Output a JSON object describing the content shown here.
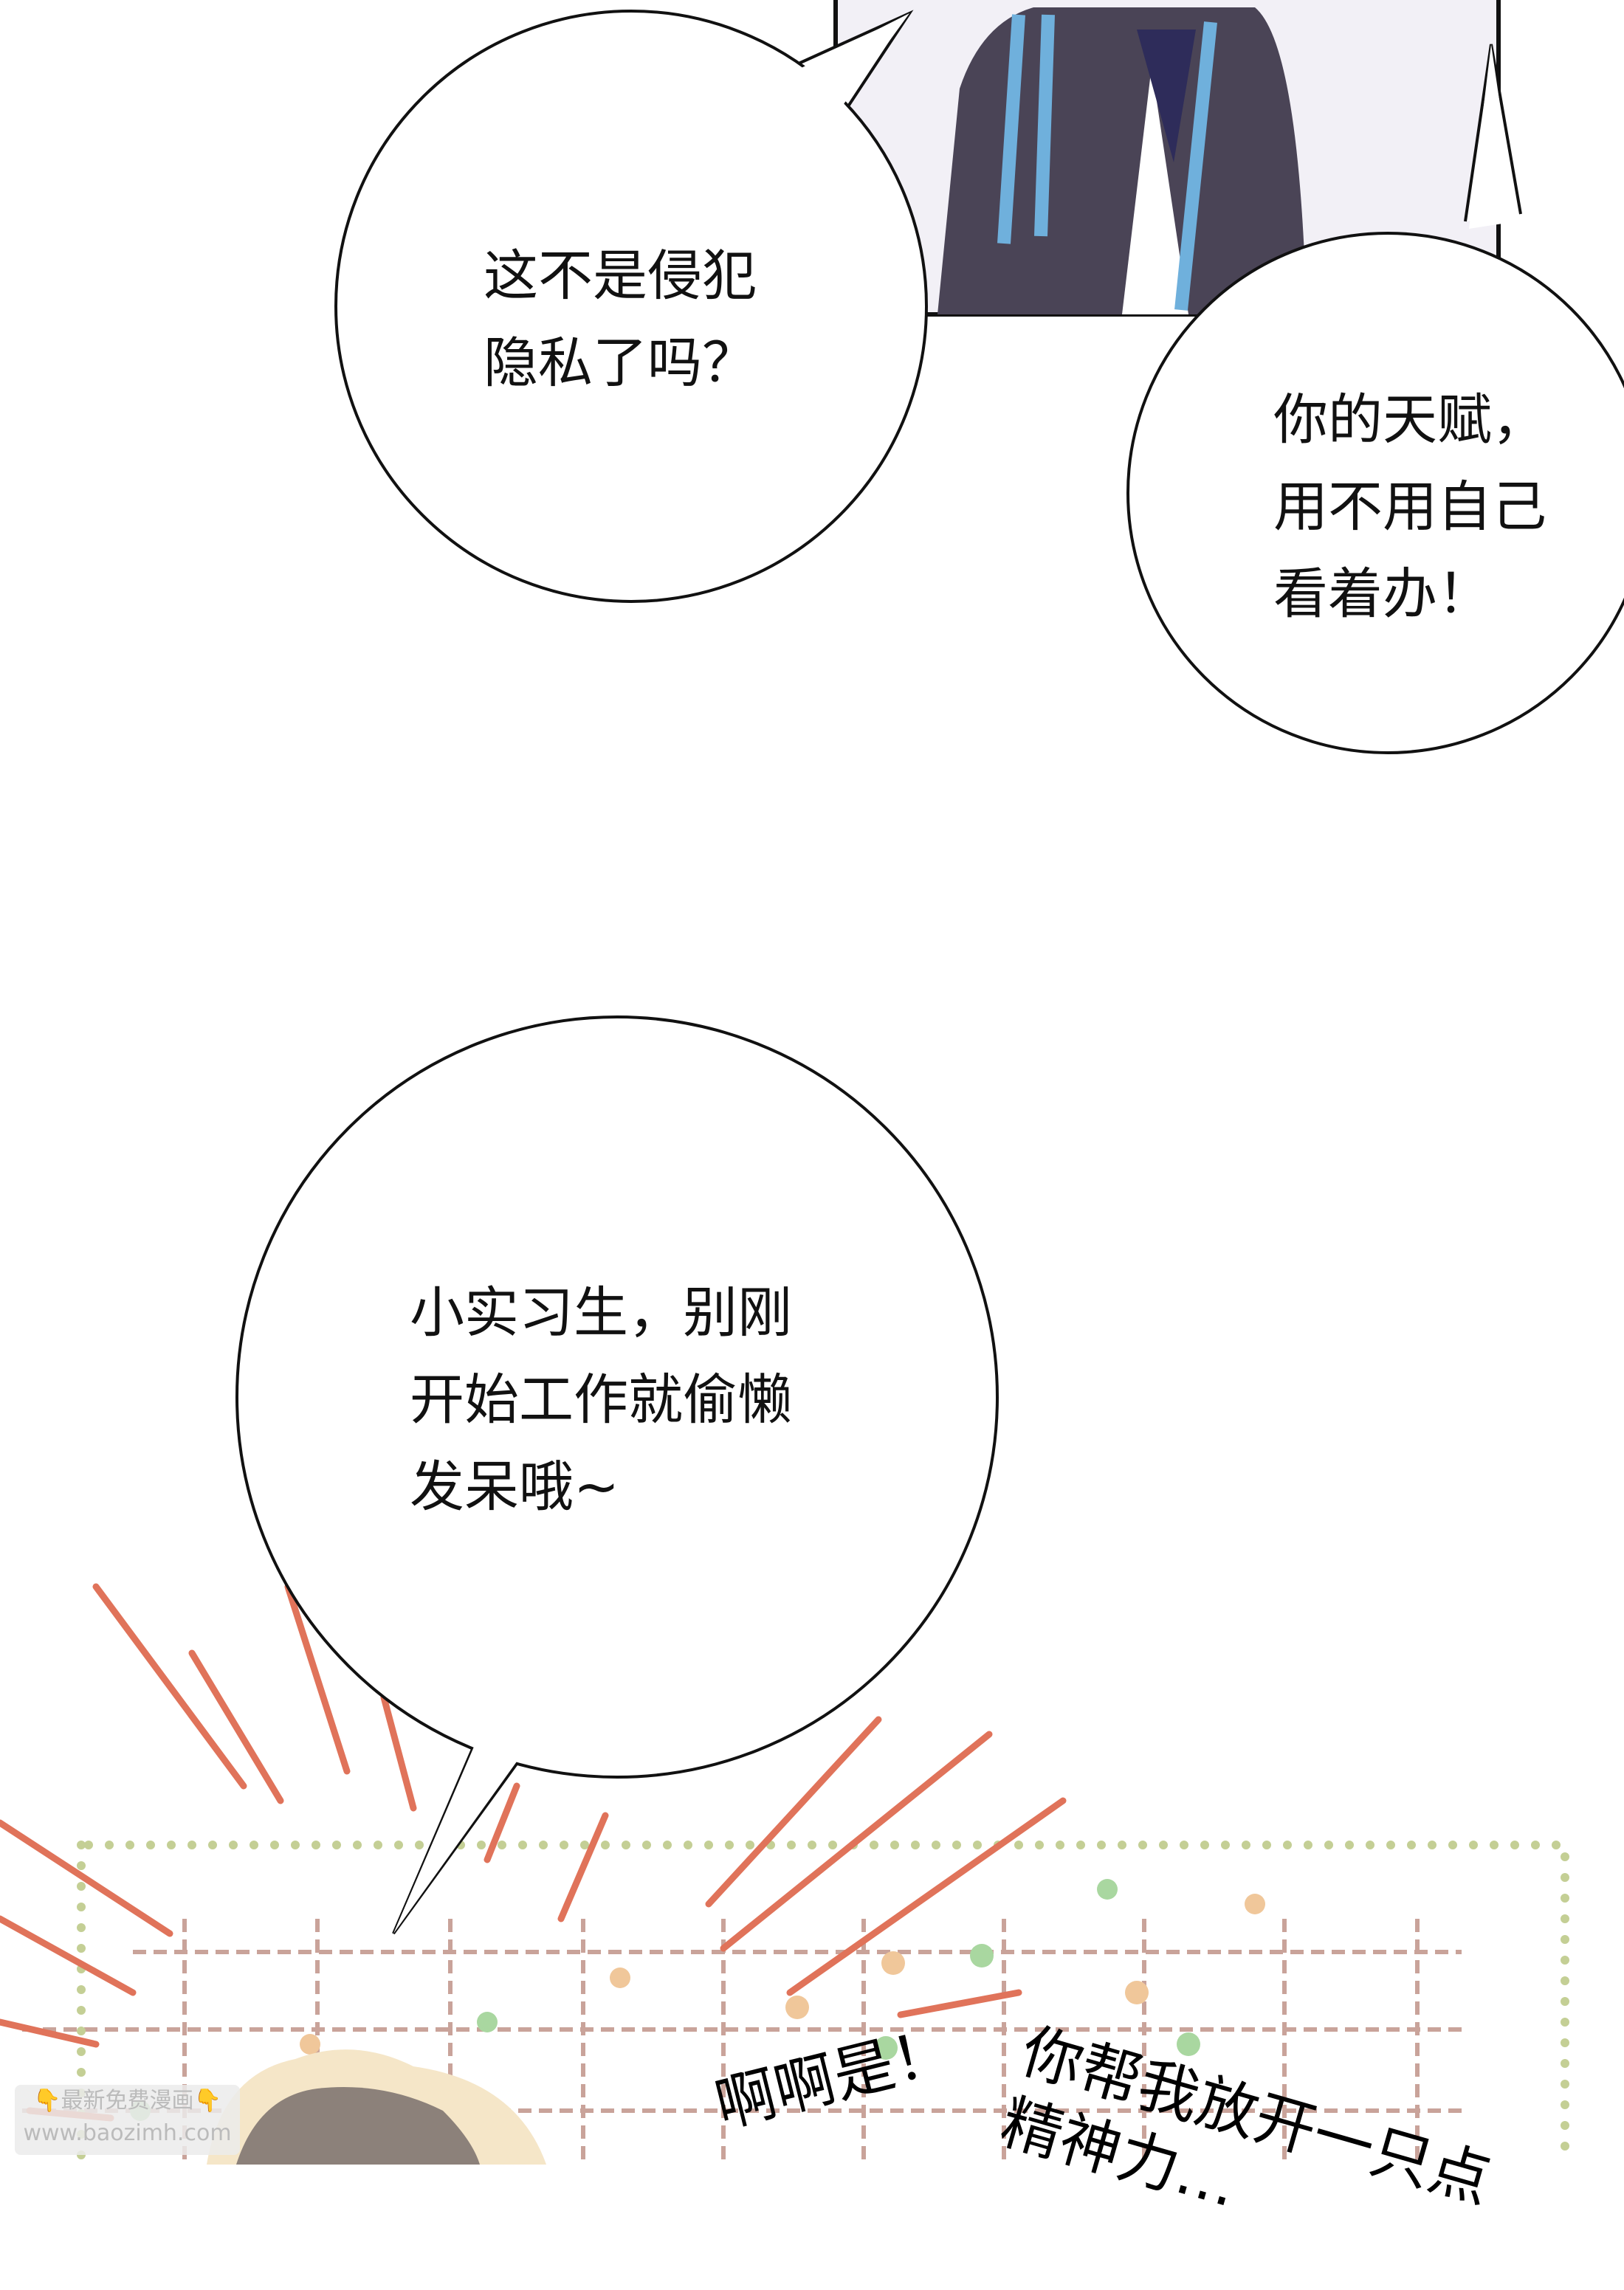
{
  "bubbles": [
    {
      "text": "这不是侵犯\n隐私了吗？"
    },
    {
      "text": "你的天赋，\n用不用自己\n看着办！"
    },
    {
      "text": "小实习生，别刚\n开始工作就偷懒\n发呆哦~"
    }
  ],
  "sfx": [
    {
      "text": "啊啊是！"
    },
    {
      "text": "你帮我放开一只点\n精神力…"
    }
  ],
  "watermark": {
    "line1": "👇最新免费漫画👇",
    "line2": "www.baozimh.com"
  },
  "colors": {
    "ray": "#e0735a",
    "grid": "#c9a39a",
    "dot_green": "#a9d7a0",
    "dot_orange": "#f0c79a",
    "cloak": "#4a4456",
    "strap": "#6fb0dc"
  }
}
